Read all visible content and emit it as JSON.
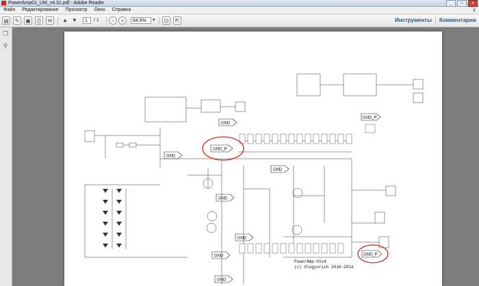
{
  "window": {
    "title": "PowerAmp01_UM_v4.31.pdf - Adobe Reader",
    "buttons": [
      "_",
      "□",
      "x"
    ]
  },
  "menu": {
    "items": [
      "Файл",
      "Редактирование",
      "Просмотр",
      "Окно",
      "Справка"
    ],
    "close": "x"
  },
  "toolbar": {
    "page_current": "1",
    "page_total": "/ 1",
    "zoom": "84,9%",
    "tools_link": "Инструменты",
    "comments_link": "Комментарии"
  },
  "icons": [
    "open-icon",
    "edit-icon",
    "save-icon",
    "print-icon",
    "email-icon",
    "prev-page-icon",
    "next-page-icon",
    "zoom-out-icon",
    "zoom-in-icon",
    "fit-page-icon",
    "fit-width-icon",
    "pages-icon",
    "attachments-icon"
  ],
  "schematic": {
    "gnd_labels": [
      "GND",
      "GND",
      "GND",
      "GND",
      "GND",
      "GND",
      "GND"
    ],
    "gnd_p_top": "GND_P",
    "gnd_p_circled_top": "GND_P",
    "gnd_p_circled_bottom": "GND_P",
    "footer_title": "PowerAmp-01v4",
    "footer_copy": "(c) Olegyurich 2010-2014",
    "annotation_color": "#d0241e"
  }
}
